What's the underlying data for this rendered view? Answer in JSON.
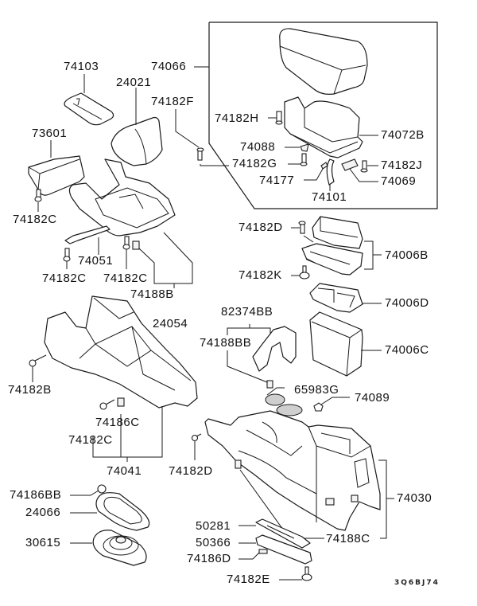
{
  "diagram": {
    "title": "Floor console parts diagram",
    "drawing_code": "3Q6BJ74",
    "labels": {
      "l74103": "74103",
      "l74066": "74066",
      "l24021": "24021",
      "l74182F": "74182F",
      "l73601": "73601",
      "l74182C_a": "74182C",
      "l74051": "74051",
      "l74182C_b": "74182C",
      "l74182C_c": "74182C",
      "l74188B": "74188B",
      "l24054": "24054",
      "l74182B": "74182B",
      "l74186C": "74186C",
      "l74182C_d": "74182C",
      "l74041": "74041",
      "l74182D_a": "74182D",
      "l74186BB": "74186BB",
      "l24066": "24066",
      "l30615": "30615",
      "l74182H": "74182H",
      "l74072B": "74072B",
      "l74088": "74088",
      "l74182G": "74182G",
      "l74182J": "74182J",
      "l74177": "74177",
      "l74069": "74069",
      "l74101": "74101",
      "l74182D_b": "74182D",
      "l74006B": "74006B",
      "l74182K": "74182K",
      "l74006D": "74006D",
      "l82374BB": "82374BB",
      "l74188BB": "74188BB",
      "l74006C": "74006C",
      "l65983G": "65983G",
      "l74089": "74089",
      "l74030": "74030",
      "l50281": "50281",
      "l50366": "50366",
      "l74186D": "74186D",
      "l74188C": "74188C",
      "l74182E": "74182E"
    }
  }
}
